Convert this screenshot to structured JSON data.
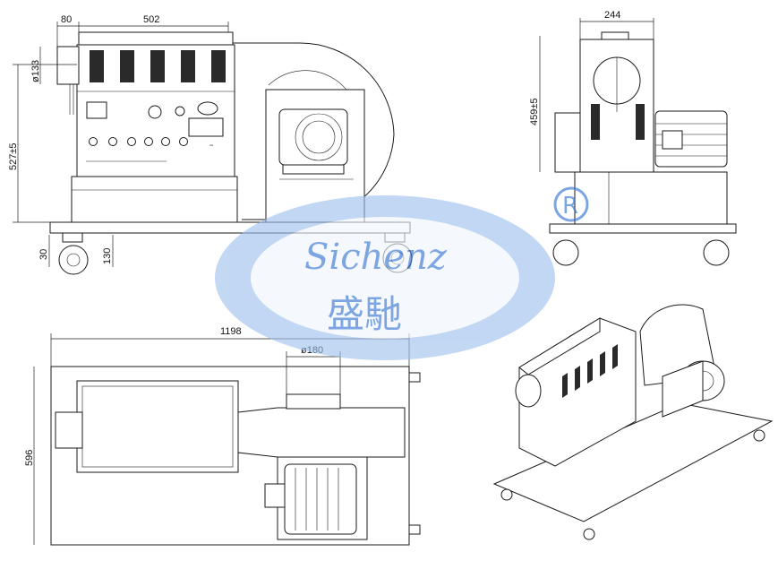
{
  "drawing": {
    "dimensions": {
      "front_body_offset": "80",
      "front_body_width": "502",
      "front_pipe_dia": "ø133",
      "front_height": "527±5",
      "front_caster_gap": "30",
      "front_caster_height": "130",
      "side_width": "244",
      "side_height": "459±5",
      "top_overall_length": "1198",
      "top_outlet_dia": "ø180",
      "top_overall_width": "596"
    },
    "watermark": {
      "latin": "Sichenz",
      "cjk": "盛馳",
      "registered_mark": "R"
    },
    "colors": {
      "watermark_blue": "#2f6fd0",
      "ellipse_blue": "#9cc0ec",
      "line": "#1a1a1a"
    }
  }
}
